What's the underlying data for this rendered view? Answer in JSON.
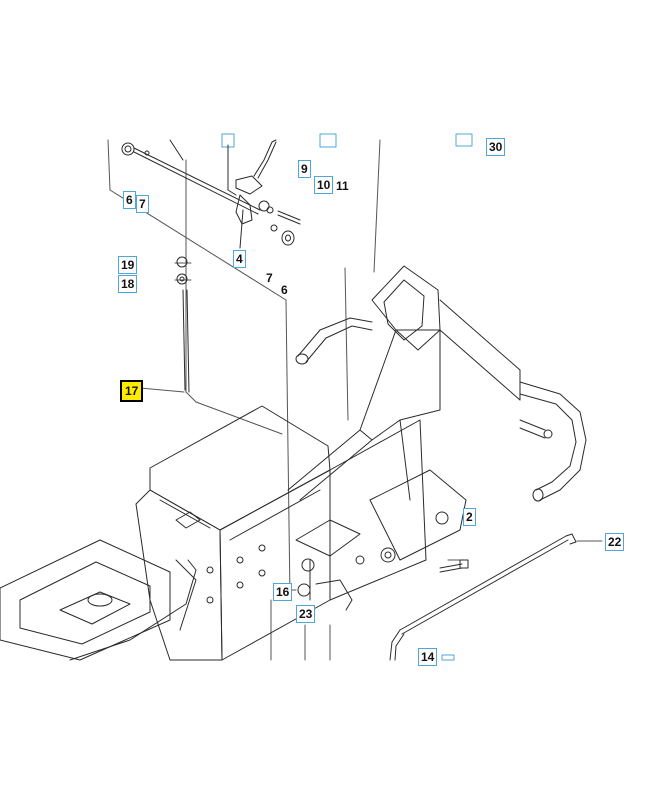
{
  "diagram": {
    "line_color": "#2b2b2b",
    "callout_border_color": "#4fa6d8",
    "highlight_color": "#ffeb00",
    "callouts": [
      {
        "id": "c30",
        "label": "30",
        "boxed": true
      },
      {
        "id": "c9",
        "label": "9",
        "boxed": true
      },
      {
        "id": "c10",
        "label": "10",
        "boxed": true
      },
      {
        "id": "c11",
        "label": "11",
        "boxed": false
      },
      {
        "id": "c6a",
        "label": "6",
        "boxed": true
      },
      {
        "id": "c7a",
        "label": "7",
        "boxed": true
      },
      {
        "id": "c4",
        "label": "4",
        "boxed": true
      },
      {
        "id": "c7b",
        "label": "7",
        "boxed": false
      },
      {
        "id": "c6b",
        "label": "6",
        "boxed": false
      },
      {
        "id": "c19",
        "label": "19",
        "boxed": true
      },
      {
        "id": "c18",
        "label": "18",
        "boxed": true
      },
      {
        "id": "c17",
        "label": "17",
        "boxed": true,
        "highlight": true
      },
      {
        "id": "c2",
        "label": "2",
        "boxed": true
      },
      {
        "id": "c22",
        "label": "22",
        "boxed": true
      },
      {
        "id": "c16",
        "label": "16",
        "boxed": true
      },
      {
        "id": "c23",
        "label": "23",
        "boxed": true
      },
      {
        "id": "c14",
        "label": "14",
        "boxed": true
      }
    ]
  }
}
